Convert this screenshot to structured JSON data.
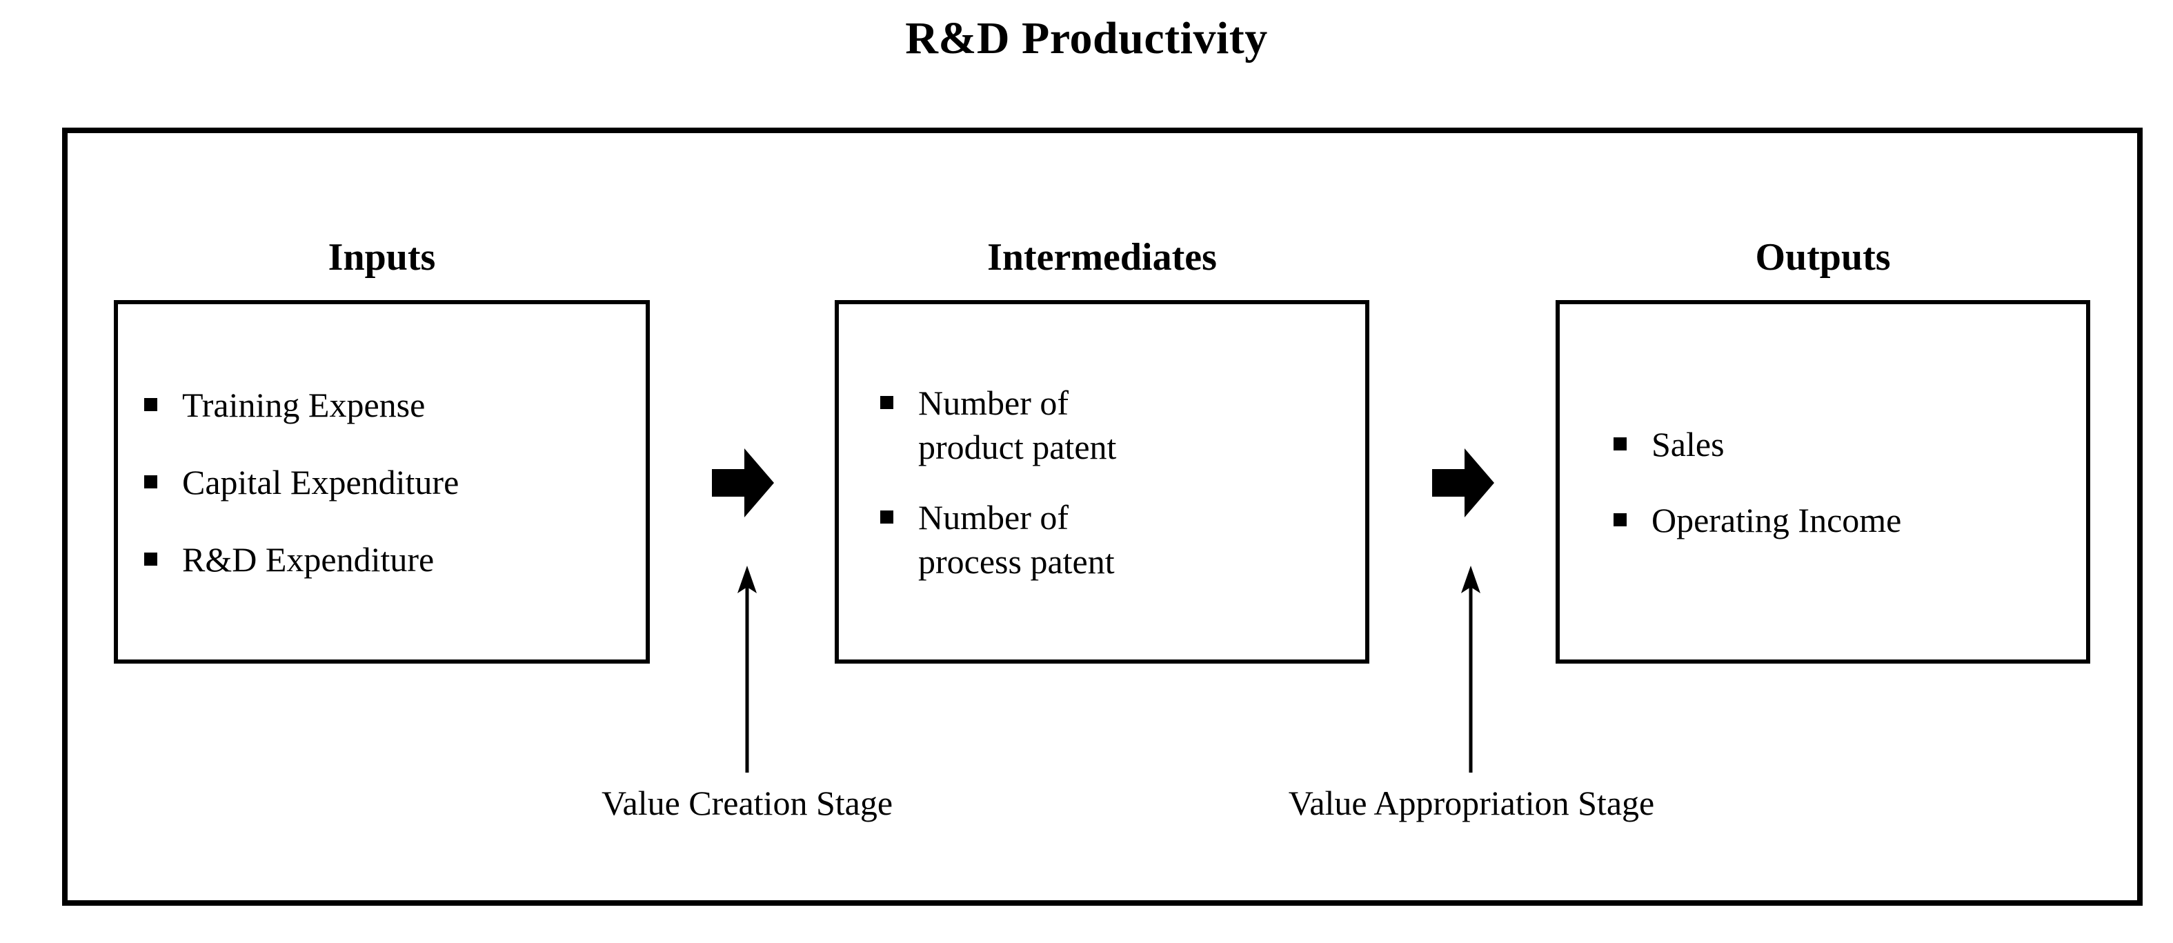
{
  "figure": {
    "title": "R&D Productivity"
  },
  "stages": [
    {
      "heading": "Inputs",
      "items": [
        "Training Expense",
        "Capital Expenditure",
        "R&D Expenditure"
      ]
    },
    {
      "heading": "Intermediates",
      "items": [
        "Number of\nproduct patent",
        "Number of\nprocess patent"
      ]
    },
    {
      "heading": "Outputs",
      "items": [
        "Sales",
        "Operating Income"
      ]
    }
  ],
  "flow_arrows": [
    {
      "name": "inputs-to-intermediates",
      "direction": "right"
    },
    {
      "name": "intermediates-to-outputs",
      "direction": "right"
    }
  ],
  "annotations": [
    {
      "label": "Value Creation Stage",
      "direction": "up"
    },
    {
      "label": "Value Appropriation Stage",
      "direction": "up"
    }
  ],
  "colors": {
    "stroke": "#000000",
    "background": "#ffffff"
  }
}
